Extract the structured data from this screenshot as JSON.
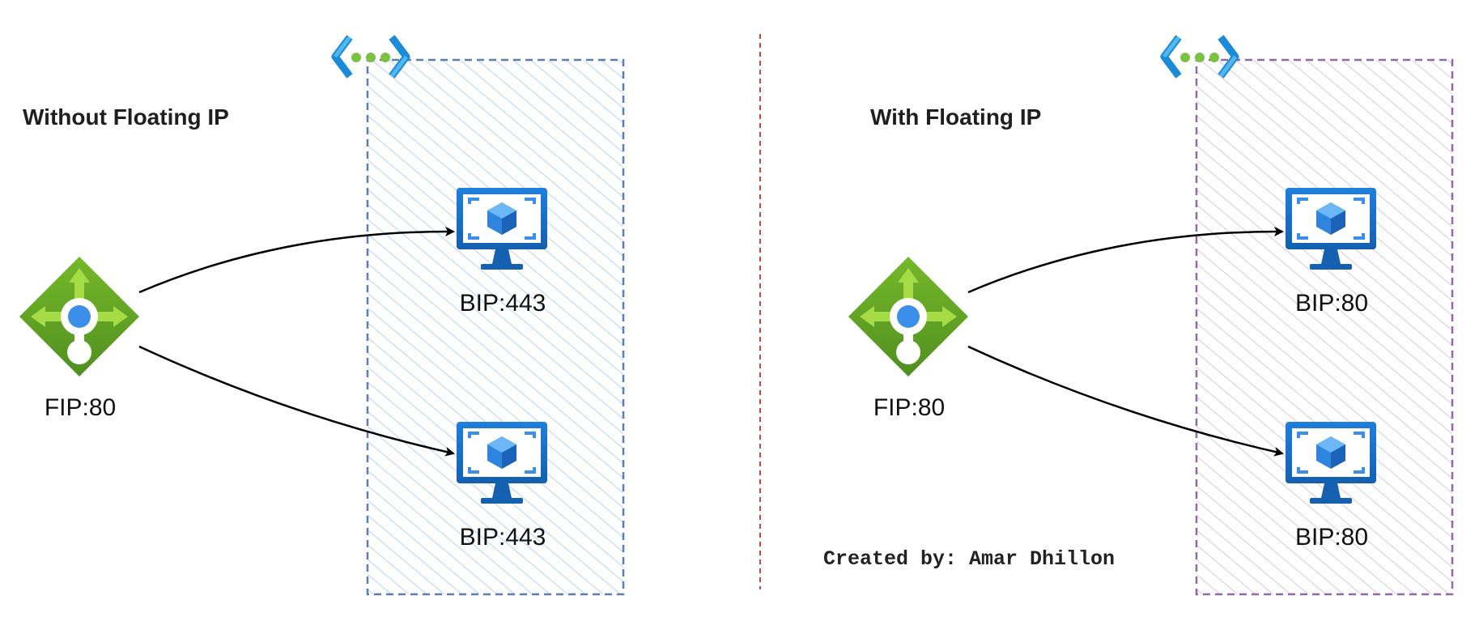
{
  "left_panel": {
    "title": "Without Floating IP",
    "frontend_label": "FIP:80",
    "backend_top_label": "BIP:443",
    "backend_bottom_label": "BIP:443",
    "vnet_border_color": "#5a7fb5",
    "vnet_hatch_color": "#b9d3ef"
  },
  "right_panel": {
    "title": "With Floating IP",
    "frontend_label": "FIP:80",
    "backend_top_label": "BIP:80",
    "backend_bottom_label": "BIP:80",
    "vnet_border_color": "#9168a8",
    "vnet_hatch_color": "#d9c8e2"
  },
  "credit": "Created by: Amar Dhillon",
  "colors": {
    "divider": "#b84c4c",
    "arrow": "#000000",
    "lb_green_dark": "#5ea12a",
    "lb_green_light": "#8ccc3c",
    "vm_blue": "#1a73cc",
    "vm_cube": "#3b9ae8"
  },
  "icons": {
    "load_balancer": "load-balancer-icon",
    "virtual_machine": "virtual-machine-icon",
    "virtual_network": "virtual-network-icon"
  }
}
